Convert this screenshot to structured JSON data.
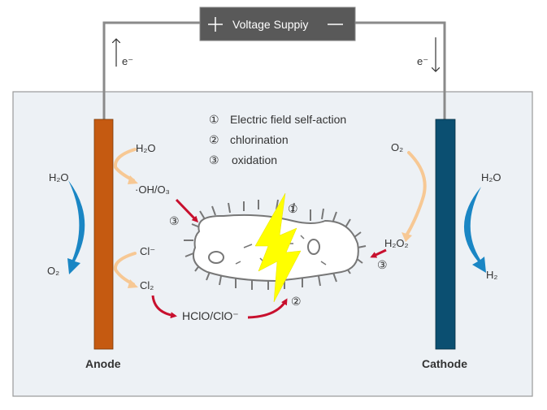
{
  "power_supply": {
    "label": "Voltage Suppiy",
    "plus": "+",
    "minus": "−"
  },
  "electron_left": "e⁻",
  "electron_right": "e⁻",
  "legend": [
    {
      "num": "①",
      "text": "Electric field self-action"
    },
    {
      "num": "②",
      "text": "chlorination"
    },
    {
      "num": "③",
      "text": "oxidation"
    }
  ],
  "anode": {
    "label": "Anode",
    "color": "#c55a11",
    "outer_in": "H₂O",
    "outer_out": "O₂",
    "inner": [
      "H₂O",
      "·OH/O₃",
      "Cl⁻",
      "Cl₂"
    ]
  },
  "cathode": {
    "label": "Cathode",
    "color": "#0b4f71",
    "outer_in": "H₂O",
    "outer_out": "H₂",
    "inner": [
      "O₂",
      "H₂O₂"
    ]
  },
  "products": {
    "hypochlorite": "HClO/ClO⁻"
  },
  "markers": {
    "oxidation_left": "③",
    "oxidation_right": "③",
    "chlorination": "②",
    "electric": "①"
  },
  "colors": {
    "tank": "#edf1f5",
    "blue_arrow": "#1a86c4",
    "orange_arrow": "#f7c894",
    "red_arrow": "#c8102e",
    "lightning": "#ffff00",
    "supply_box": "#595959"
  }
}
